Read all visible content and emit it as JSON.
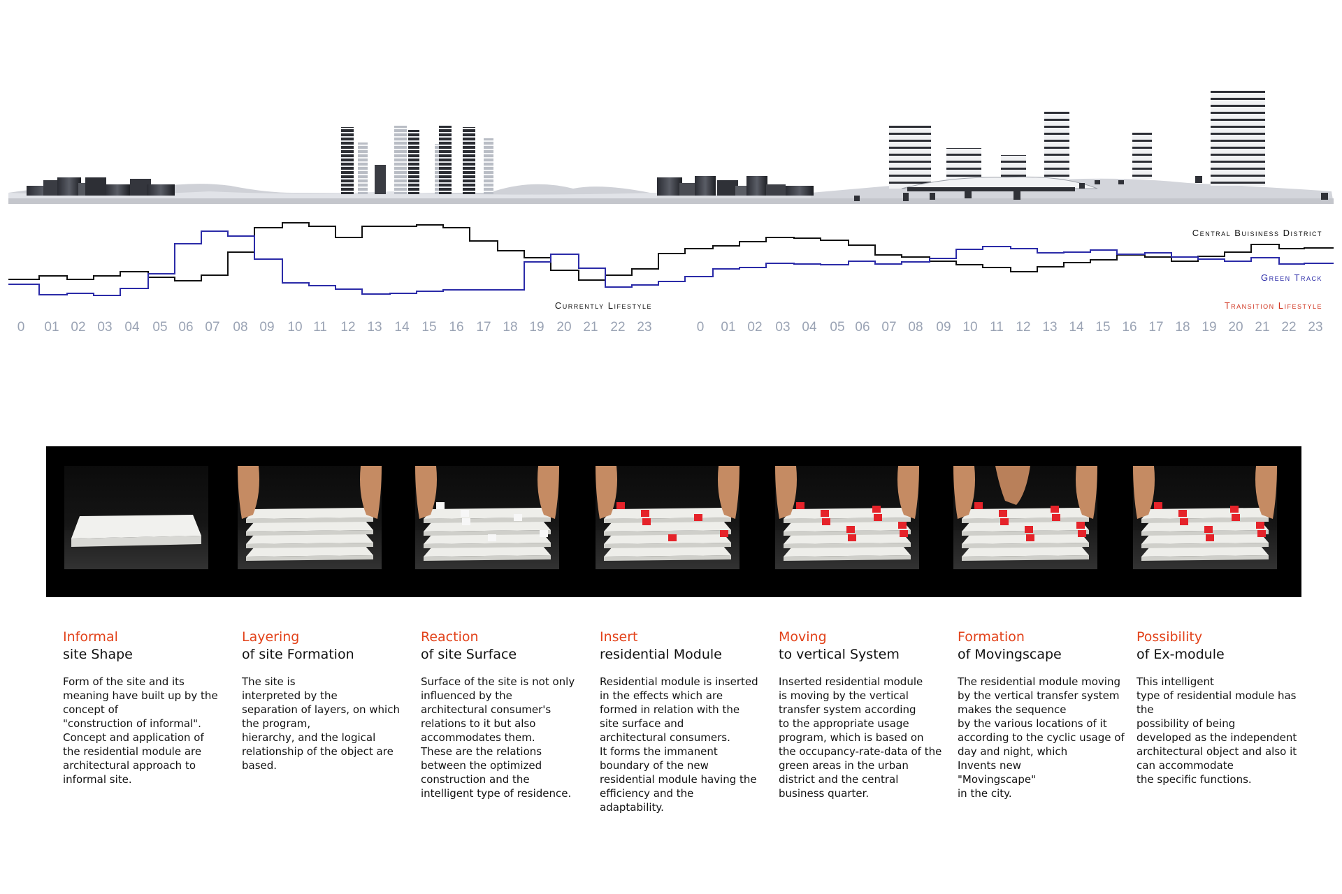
{
  "diagram": {
    "cbd_label": "Central Buisiness District",
    "green_label": "Green Track",
    "current_label": "Currently Lifestyle",
    "transition_label": "Transition Lifestyle",
    "hours_left": [
      "0",
      "01",
      "02",
      "03",
      "04",
      "05",
      "06",
      "07",
      "08",
      "09",
      "10",
      "11",
      "12",
      "13",
      "14",
      "15",
      "16",
      "17",
      "18",
      "19",
      "20",
      "21",
      "22",
      "23"
    ],
    "hours_right": [
      "0",
      "01",
      "02",
      "03",
      "04",
      "05",
      "06",
      "07",
      "08",
      "09",
      "10",
      "11",
      "12",
      "13",
      "14",
      "15",
      "16",
      "17",
      "18",
      "19",
      "20",
      "21",
      "22",
      "23"
    ],
    "colors": {
      "cbd": "#111111",
      "green": "#2b2ba8",
      "transition": "#d0321d",
      "hours": "#9aa3b4",
      "heading": "#e2421a"
    }
  },
  "photos": [
    "informal-block",
    "layered-slabs",
    "surface-reaction",
    "inserted-modules",
    "moving-modules",
    "movingscape-formation",
    "ex-module"
  ],
  "steps": [
    {
      "title": "Informal",
      "subtitle": "site Shape",
      "body": [
        "Form of the site and its",
        "meaning have built up by the",
        "concept of",
        "\"construction of informal\".",
        "Concept and application of",
        "the residential module are",
        "architectural approach to",
        "informal site."
      ]
    },
    {
      "title": "Layering",
      "subtitle": "of site Formation",
      "body": [
        "The site is",
        "interpreted by the",
        "separation of layers, on which",
        "the program,",
        "hierarchy, and the logical",
        "relationship of the object are",
        "based."
      ]
    },
    {
      "title": "Reaction",
      "subtitle": "of site Surface",
      "body": [
        "Surface of the site is not only",
        "influenced by the",
        "architectural consumer's",
        "relations to it but also",
        "accommodates them.",
        "These are the relations",
        "between the optimized",
        "construction and the",
        "intelligent type of residence."
      ]
    },
    {
      "title": "Insert",
      "subtitle": "residential Module",
      "body": [
        "Residential module is inserted",
        "in the effects which are",
        "formed in relation with the",
        "site surface and",
        "architectural consumers.",
        "It forms the immanent",
        "boundary of the new",
        "residential module having the",
        "efficiency and the",
        "adaptability."
      ]
    },
    {
      "title": "Moving",
      "subtitle": "to vertical System",
      "body": [
        "Inserted residential module",
        "is moving by the vertical",
        "transfer system according",
        "to the appropriate usage",
        "program, which is based on",
        "the occupancy-rate-data of the",
        "green areas in the urban",
        "district and the central",
        "business quarter."
      ]
    },
    {
      "title": "Formation",
      "subtitle": "of Movingscape",
      "body": [
        "The residential module moving",
        "by the vertical transfer system",
        "makes the sequence",
        "by the various locations of it",
        "according to the cyclic usage of",
        "day and night, which",
        "Invents new",
        "\"Movingscape\"",
        "in the city."
      ]
    },
    {
      "title": "Possibility",
      "subtitle": "of Ex-module",
      "body": [
        "This intelligent",
        "type of residential module has",
        "the",
        "possibility of being",
        "developed as the independent",
        "architectural object and also it",
        "can accommodate",
        "the specific functions."
      ]
    }
  ]
}
